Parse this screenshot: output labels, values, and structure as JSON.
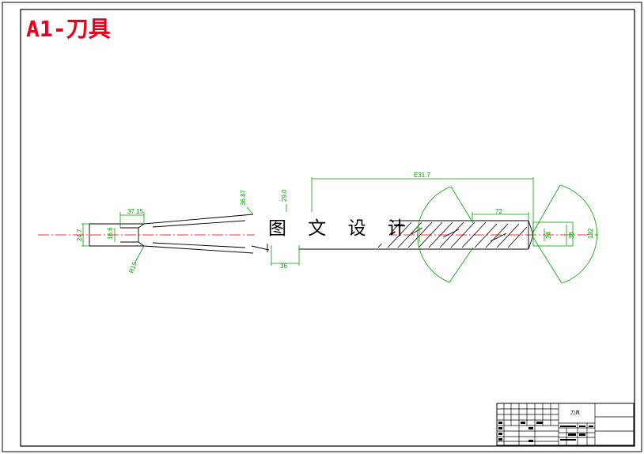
{
  "sheet": {
    "title": "A1-刀具",
    "title_color": "#e8001c",
    "watermark": "图 文 设 计"
  },
  "dimensions": {
    "overall_length": "E31.7",
    "shank_bore_length": "37.15",
    "left_diameter": "24.7",
    "bore_diameter": "16.6",
    "taper_angle_a": "36.87",
    "taper_angle_b": "29.0",
    "neck_length": "36",
    "chamfer": "R15",
    "flute_length": "72",
    "tip_diameter": "24",
    "body_diameter": "38",
    "cutter_radius": "192"
  },
  "title_block": {
    "part_name": "刀具"
  },
  "colors": {
    "outline": "#000000",
    "dimension": "#00a000",
    "centerline": "#d00000"
  }
}
